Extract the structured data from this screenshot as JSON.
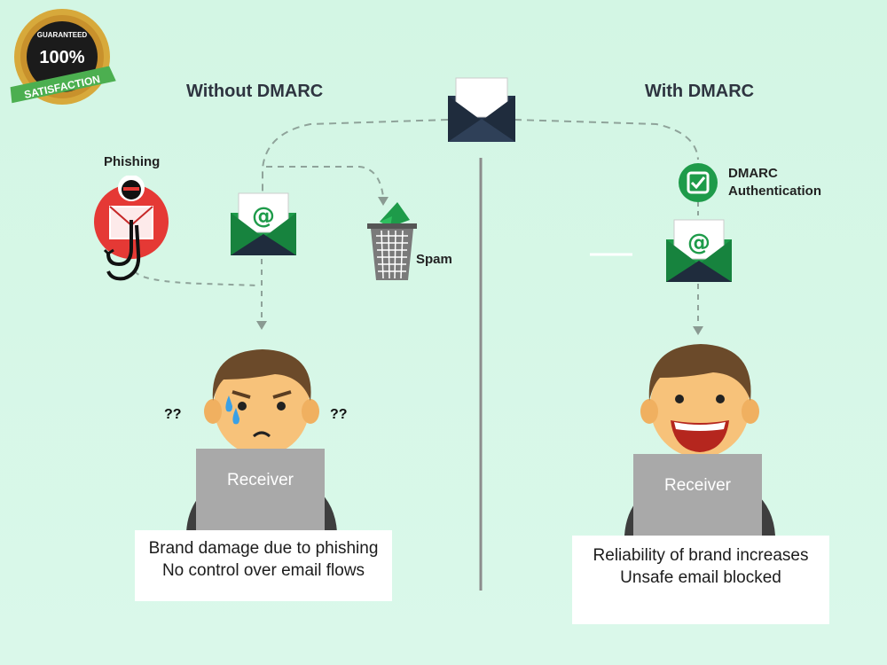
{
  "badge": {
    "top_text": "GUARANTEED",
    "percent": "100%",
    "ribbon_text": "SATISFACTION"
  },
  "without": {
    "heading": "Without DMARC",
    "phishing_label": "Phishing",
    "spam_label": "Spam",
    "left_marks": "??",
    "right_marks": "??",
    "receiver_label": "Receiver",
    "caption_line1": "Brand damage due to phishing",
    "caption_line2": "No control over email flows"
  },
  "with": {
    "heading": "With DMARC",
    "auth_label_line1": "DMARC",
    "auth_label_line2": "Authentication",
    "receiver_label": "Receiver",
    "caption_line1": "Reliability of brand increases",
    "caption_line2": "Unsafe email blocked"
  },
  "colors": {
    "background": "#d6f7e7",
    "green": "#1e9b4a",
    "navy": "#1f2c3d",
    "red": "#e53935",
    "laptop": "#a9a9a9",
    "skin": "#f7c27a",
    "hair": "#6b4a2a",
    "divider": "#8a8a8a"
  }
}
